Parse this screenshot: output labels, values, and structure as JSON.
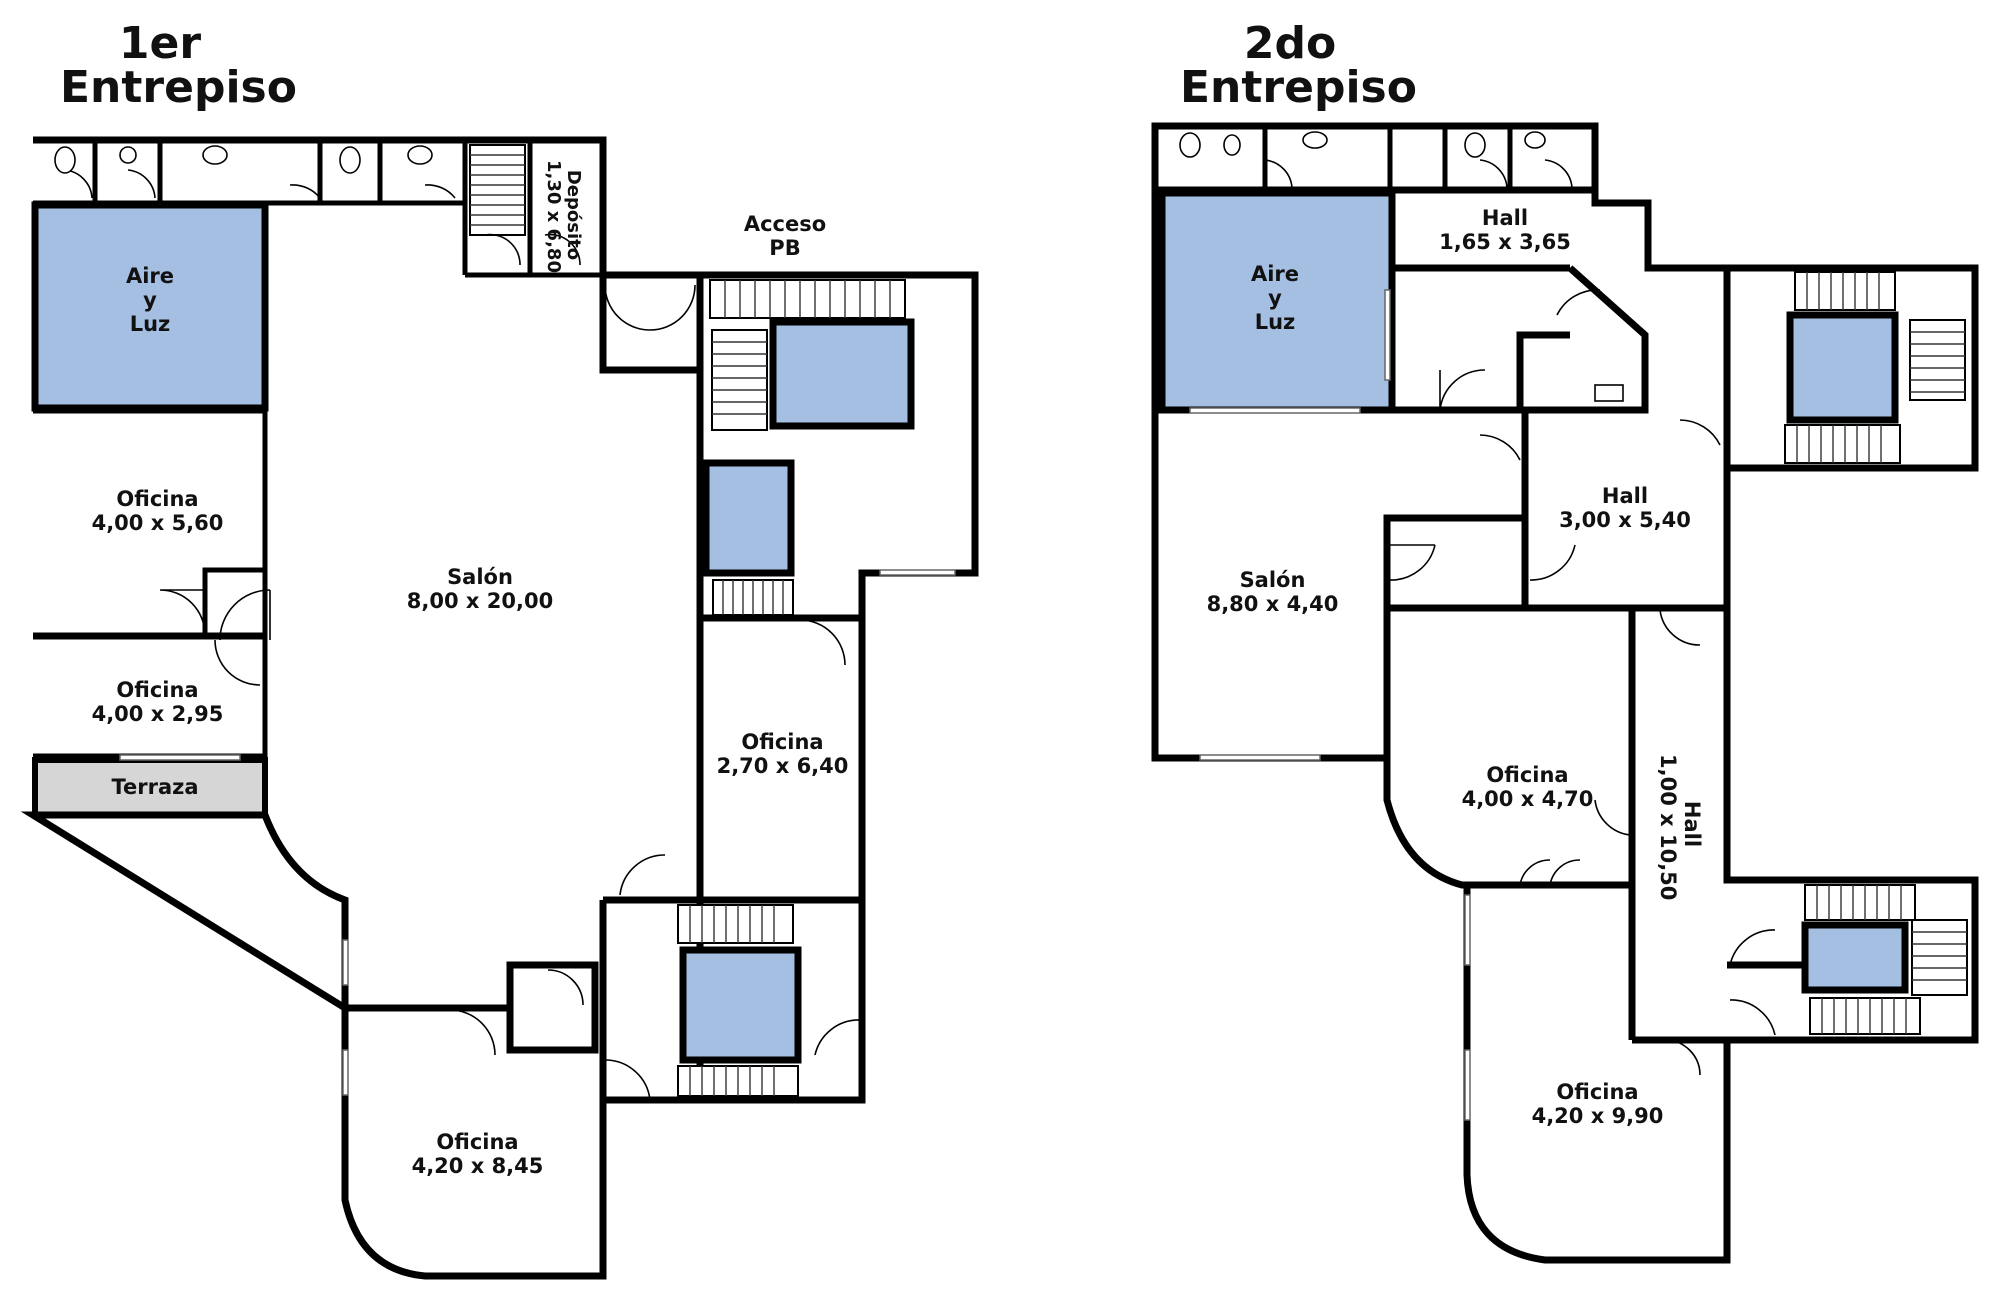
{
  "plan1": {
    "title_line1": "1er",
    "title_line2": "Entrepiso",
    "acceso_line1": "Acceso",
    "acceso_line2": "PB",
    "aire": [
      "Aire",
      "y",
      "Luz"
    ],
    "deposito_line1": "Depósito",
    "deposito_line2": "1,30 x 6,80",
    "oficina_a": {
      "name": "Oficina",
      "size": "4,00 x 5,60"
    },
    "oficina_b": {
      "name": "Oficina",
      "size": "4,00 x 2,95"
    },
    "terraza": "Terraza",
    "salon": {
      "name": "Salón",
      "size": "8,00 x 20,00"
    },
    "oficina_c": {
      "name": "Oficina",
      "size": "2,70 x 6,40"
    },
    "oficina_d": {
      "name": "Oficina",
      "size": "4,20 x 8,45"
    }
  },
  "plan2": {
    "title_line1": "2do",
    "title_line2": "Entrepiso",
    "aire": [
      "Aire",
      "y",
      "Luz"
    ],
    "hall_a": {
      "name": "Hall",
      "size": "1,65 x 3,65"
    },
    "hall_b": {
      "name": "Hall",
      "size": "3,00 x 5,40"
    },
    "salon": {
      "name": "Salón",
      "size": "8,80 x 4,40"
    },
    "oficina_a": {
      "name": "Oficina",
      "size": "4,00 x 4,70"
    },
    "hall_c": {
      "name": "Hall",
      "size": "1,00 x 10,50"
    },
    "oficina_b": {
      "name": "Oficina",
      "size": "4,20 x 9,90"
    }
  },
  "colors": {
    "light_well": "#a4bfe2",
    "terrace": "#d6d6d6",
    "wall": "#000000"
  }
}
